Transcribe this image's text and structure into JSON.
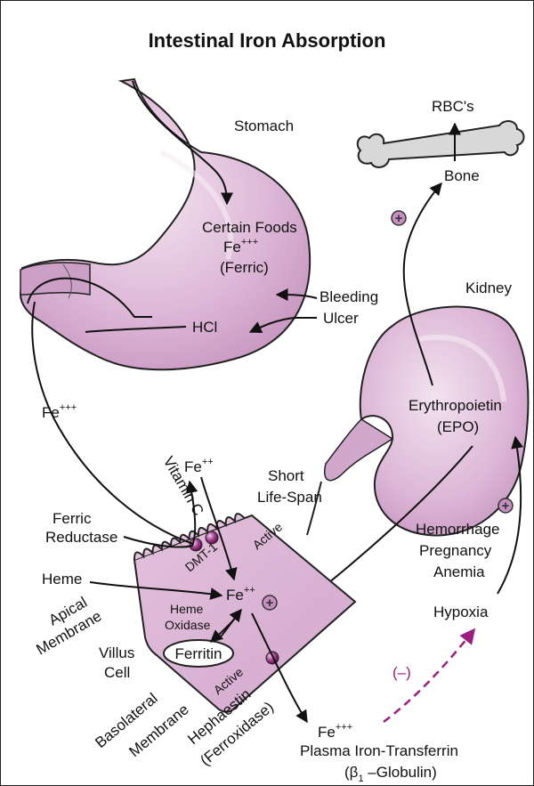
{
  "title": "Intestinal Iron Absorption",
  "colors": {
    "organ_fill": "#dcb6d6",
    "organ_dark": "#c795c1",
    "dashed_arrow": "#9b1f7e",
    "bone": "#d8d8d8"
  },
  "labels": {
    "stomach": "Stomach",
    "certain_foods": "Certain Foods",
    "fe_ferric": "Fe",
    "ferric": "(Ferric)",
    "bleeding": "Bleeding",
    "ulcer": "Ulcer",
    "hcl": "HCl",
    "rbcs": "RBC's",
    "bone": "Bone",
    "kidney": "Kidney",
    "epo1": "Erythropoietin",
    "epo2": "(EPO)",
    "fe_left": "Fe",
    "vitamin_c": "Vitamin C",
    "fe_pp": "Fe",
    "short": "Short",
    "lifespan": "Life-Span",
    "ferric_red1": "Ferric",
    "ferric_red2": "Reductase",
    "heme": "Heme",
    "apical1": "Apical",
    "apical2": "Membrane",
    "dmt": "DMT-1",
    "active_top": "Active",
    "fe_center": "Fe",
    "heme_ox1": "Heme",
    "heme_ox2": "Oxidase",
    "ferritin": "Ferritin",
    "villus1": "Villus",
    "villus2": "Cell",
    "active_bottom": "Active",
    "baso1": "Basolateral",
    "baso2": "Membrane",
    "heph1": "Hephaestin",
    "heph2": "(Ferroxidase)",
    "fe_plasma": "Fe",
    "plasma": "Plasma Iron-Transferrin",
    "globulin_open": "(β",
    "globulin_sub": "1",
    "globulin_rest": " –Globulin)",
    "hemorrhage": "Hemorrhage",
    "pregnancy": "Pregnancy",
    "anemia": "Anemia",
    "hypoxia": "Hypoxia",
    "negative": "(–)",
    "sup3": "+++",
    "sup2": "++",
    "plus": "+"
  }
}
